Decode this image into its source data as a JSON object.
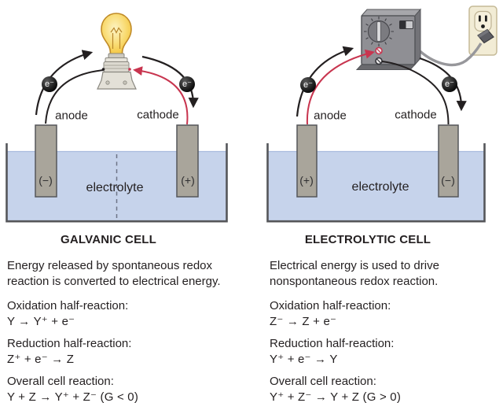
{
  "left_panel": {
    "title": "GALVANIC CELL",
    "description_lines": [
      "Energy released by spontaneous redox",
      "reaction is converted to electrical energy."
    ],
    "sections": {
      "oxidation_label": "Oxidation half-reaction:",
      "oxidation_formula": "Y → Y⁺ + e⁻",
      "reduction_label": "Reduction half-reaction:",
      "reduction_formula": "Z⁺ + e⁻ → Z",
      "overall_label": "Overall cell reaction:",
      "overall_formula": "Y + Z → Y⁺ + Z⁻ (G < 0)"
    },
    "diagram": {
      "anode_label": "anode",
      "cathode_label": "cathode",
      "electrolyte_label": "electrolyte",
      "anode_sign": "(−)",
      "cathode_sign": "(+)",
      "electron_label": "e⁻"
    }
  },
  "right_panel": {
    "title": "ELECTROLYTIC CELL",
    "description_lines": [
      "Electrical energy is used to drive",
      "nonspontaneous redox reaction."
    ],
    "sections": {
      "oxidation_label": "Oxidation half-reaction:",
      "oxidation_formula": "Z⁻ → Z + e⁻",
      "reduction_label": "Reduction half-reaction:",
      "reduction_formula": "Y⁺ + e⁻ → Y",
      "overall_label": "Overall cell reaction:",
      "overall_formula": "Y⁺ + Z⁻ → Y + Z (G > 0)"
    },
    "diagram": {
      "anode_label": "anode",
      "cathode_label": "cathode",
      "electrolyte_label": "electrolyte",
      "anode_sign": "(+)",
      "cathode_sign": "(−)",
      "electron_label": "e⁻"
    }
  },
  "colors": {
    "electrolyte_blue": "#c6d3eb",
    "electrode_gray": "#a9a59b",
    "wire_red": "#c8354f",
    "wire_black": "#231f20",
    "bulb_yellow": "#f6c93f",
    "power_supply_gray": "#8f8f94",
    "outlet_cream": "#f2ecd5"
  }
}
